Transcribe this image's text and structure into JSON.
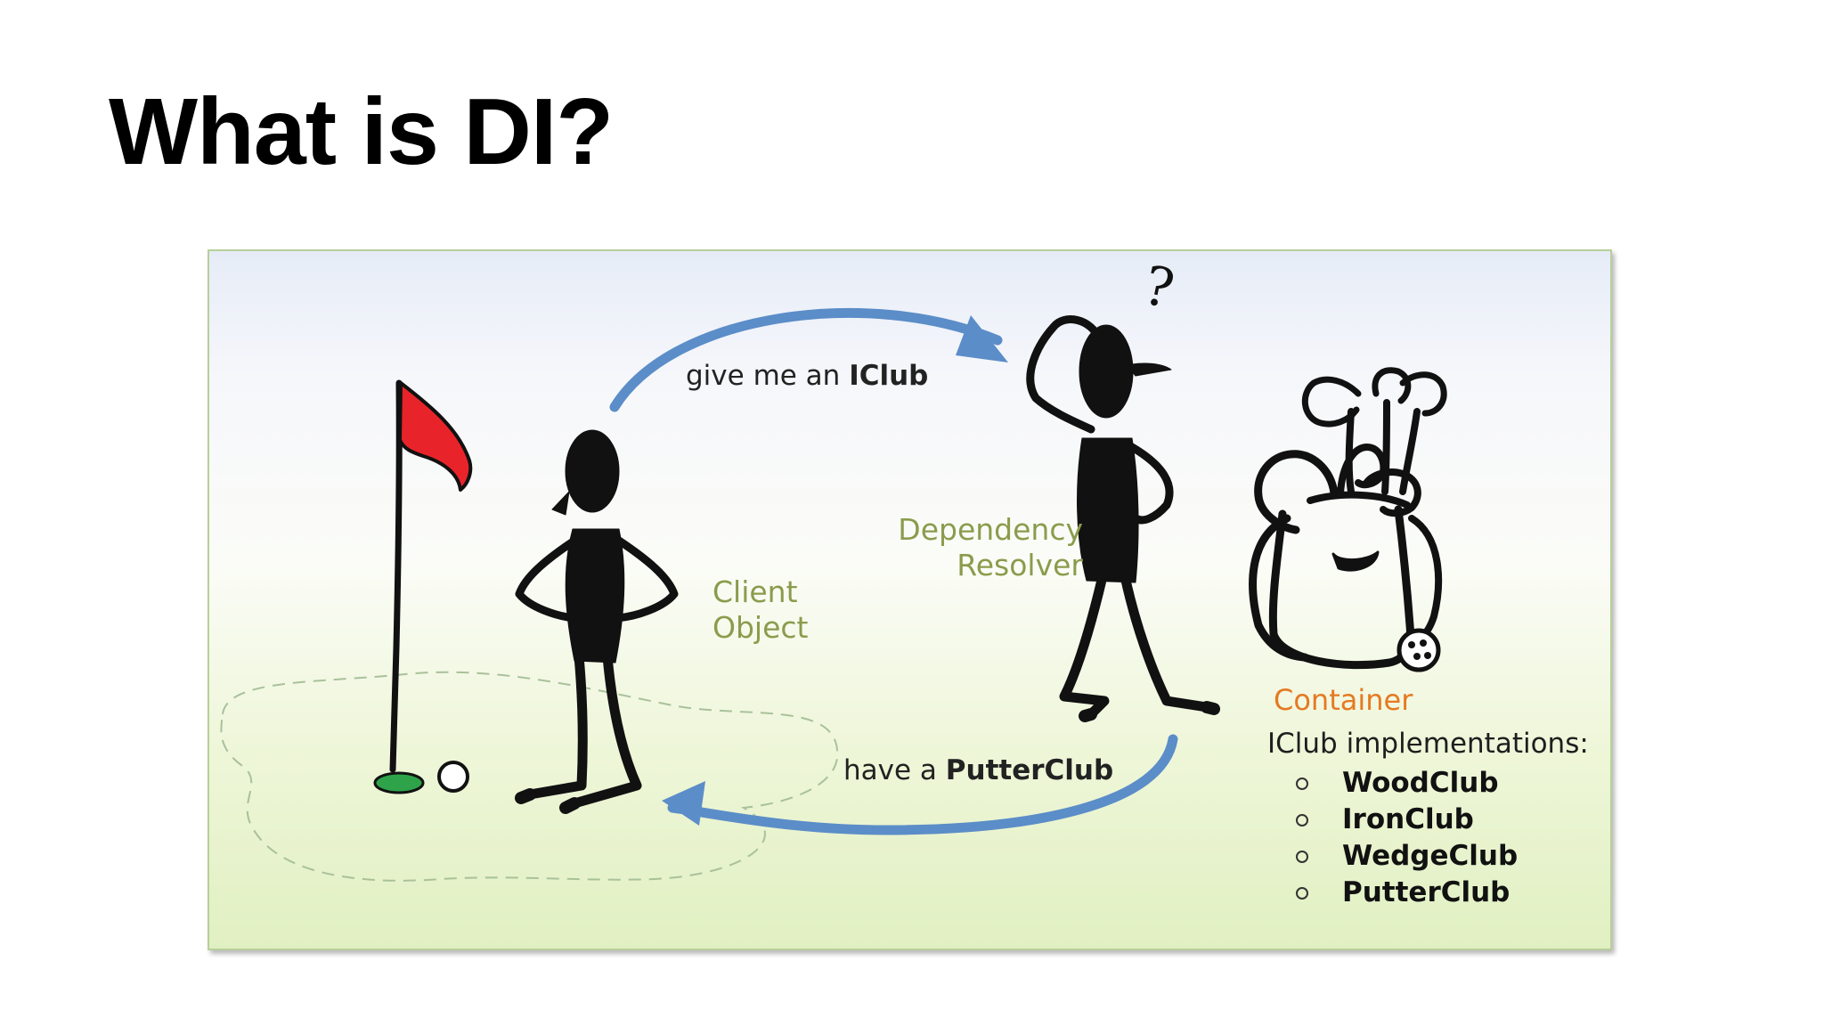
{
  "slide": {
    "title": "What is DI?"
  },
  "diagram": {
    "request_prefix": "give me an ",
    "request_interface": "IClub",
    "response_prefix": "have a ",
    "response_class": "PutterClub",
    "client_line1": "Client",
    "client_line2": "Object",
    "resolver_line1": "Dependency",
    "resolver_line2": "Resolver",
    "question_mark": "?",
    "container_label": "Container",
    "implementations_heading": "IClub implementations:",
    "implementations": [
      "WoodClub",
      "IronClub",
      "WedgeClub",
      "PutterClub"
    ]
  },
  "colors": {
    "arrow": "#5b8dc8",
    "flag": "#e8242a",
    "label_green": "#8a9c4c",
    "label_orange": "#e57a22",
    "hole": "#2fa34a"
  }
}
